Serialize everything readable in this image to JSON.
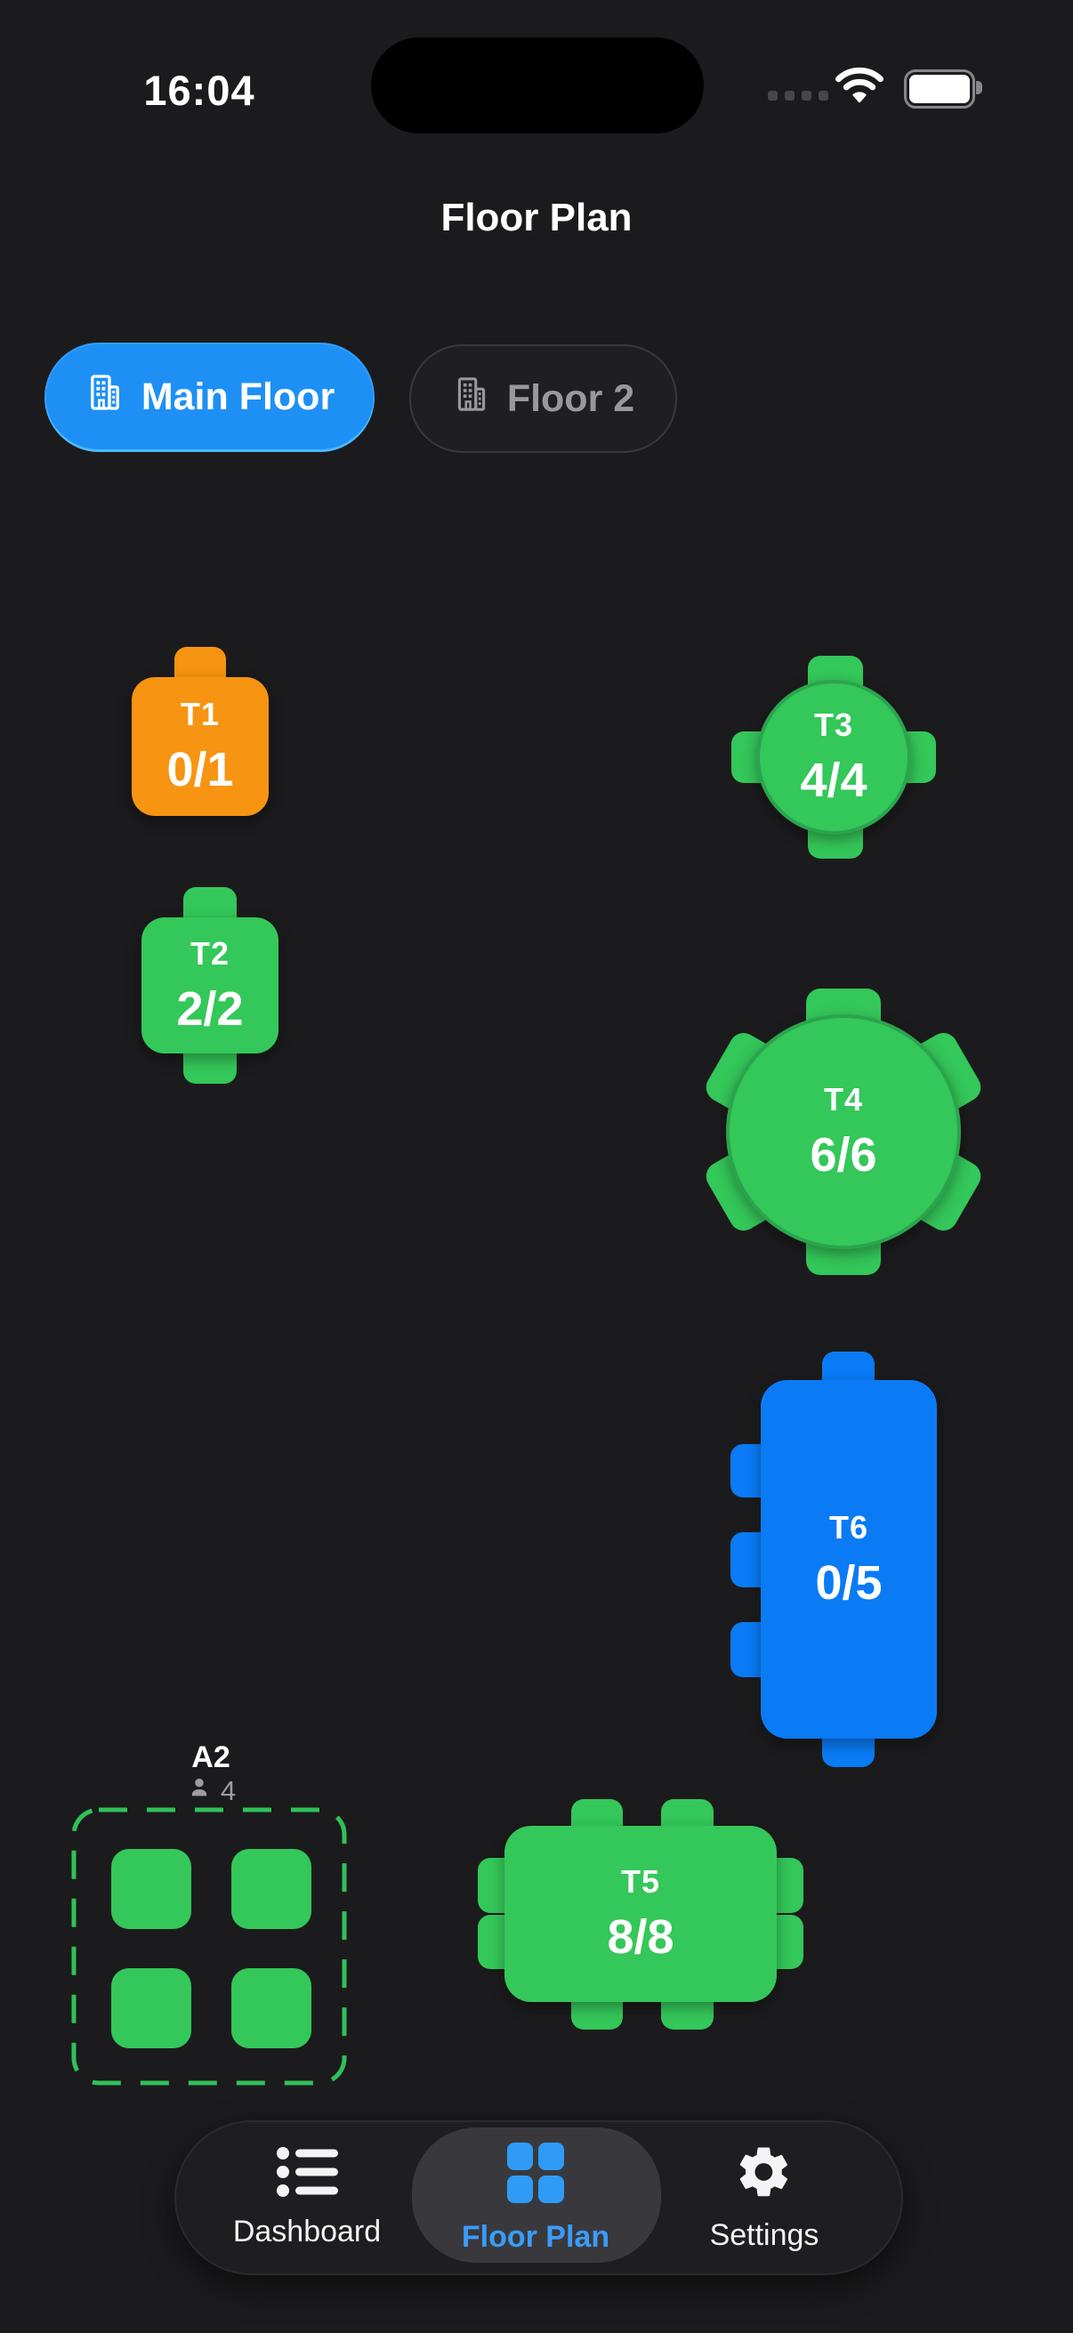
{
  "status_bar": {
    "time": "16:04"
  },
  "header": {
    "title": "Floor Plan"
  },
  "floor_tabs": {
    "main": {
      "label": "Main Floor",
      "icon": "building-icon",
      "selected": true,
      "color": "#1E90F5"
    },
    "floor2": {
      "label": "Floor 2",
      "icon": "building-icon",
      "selected": false,
      "color": "#98989D"
    }
  },
  "tables": {
    "t1": {
      "name": "T1",
      "occupancy": "0/1",
      "seats": 1,
      "shape": "square",
      "color": "#F79411"
    },
    "t2": {
      "name": "T2",
      "occupancy": "2/2",
      "seats": 2,
      "shape": "square",
      "color": "#34C759"
    },
    "t3": {
      "name": "T3",
      "occupancy": "4/4",
      "seats": 4,
      "shape": "circle",
      "color": "#34C759"
    },
    "t4": {
      "name": "T4",
      "occupancy": "6/6",
      "seats": 6,
      "shape": "circle",
      "color": "#34C759"
    },
    "t6": {
      "name": "T6",
      "occupancy": "0/5",
      "seats": 5,
      "shape": "rect-vertical",
      "color": "#0A7BF5"
    },
    "t5": {
      "name": "T5",
      "occupancy": "8/8",
      "seats": 8,
      "shape": "rect-horizontal",
      "color": "#34C759"
    }
  },
  "area": {
    "name": "A2",
    "capacity": "4",
    "seat_count": 4,
    "border_color": "#30C158"
  },
  "bottom_nav": {
    "dashboard": {
      "label": "Dashboard",
      "icon": "list-icon",
      "active": false
    },
    "floor_plan": {
      "label": "Floor Plan",
      "icon": "grid-icon",
      "active": true,
      "accent": "#3B9CF8"
    },
    "settings": {
      "label": "Settings",
      "icon": "gear-icon",
      "active": false
    }
  },
  "colors": {
    "background": "#1B1B1D",
    "table_green": "#34C759",
    "table_orange": "#F79411",
    "table_blue": "#0A7BF5",
    "tab_blue": "#1E90F5",
    "nav_accent": "#3B9CF8",
    "muted_gray": "#98989D"
  }
}
